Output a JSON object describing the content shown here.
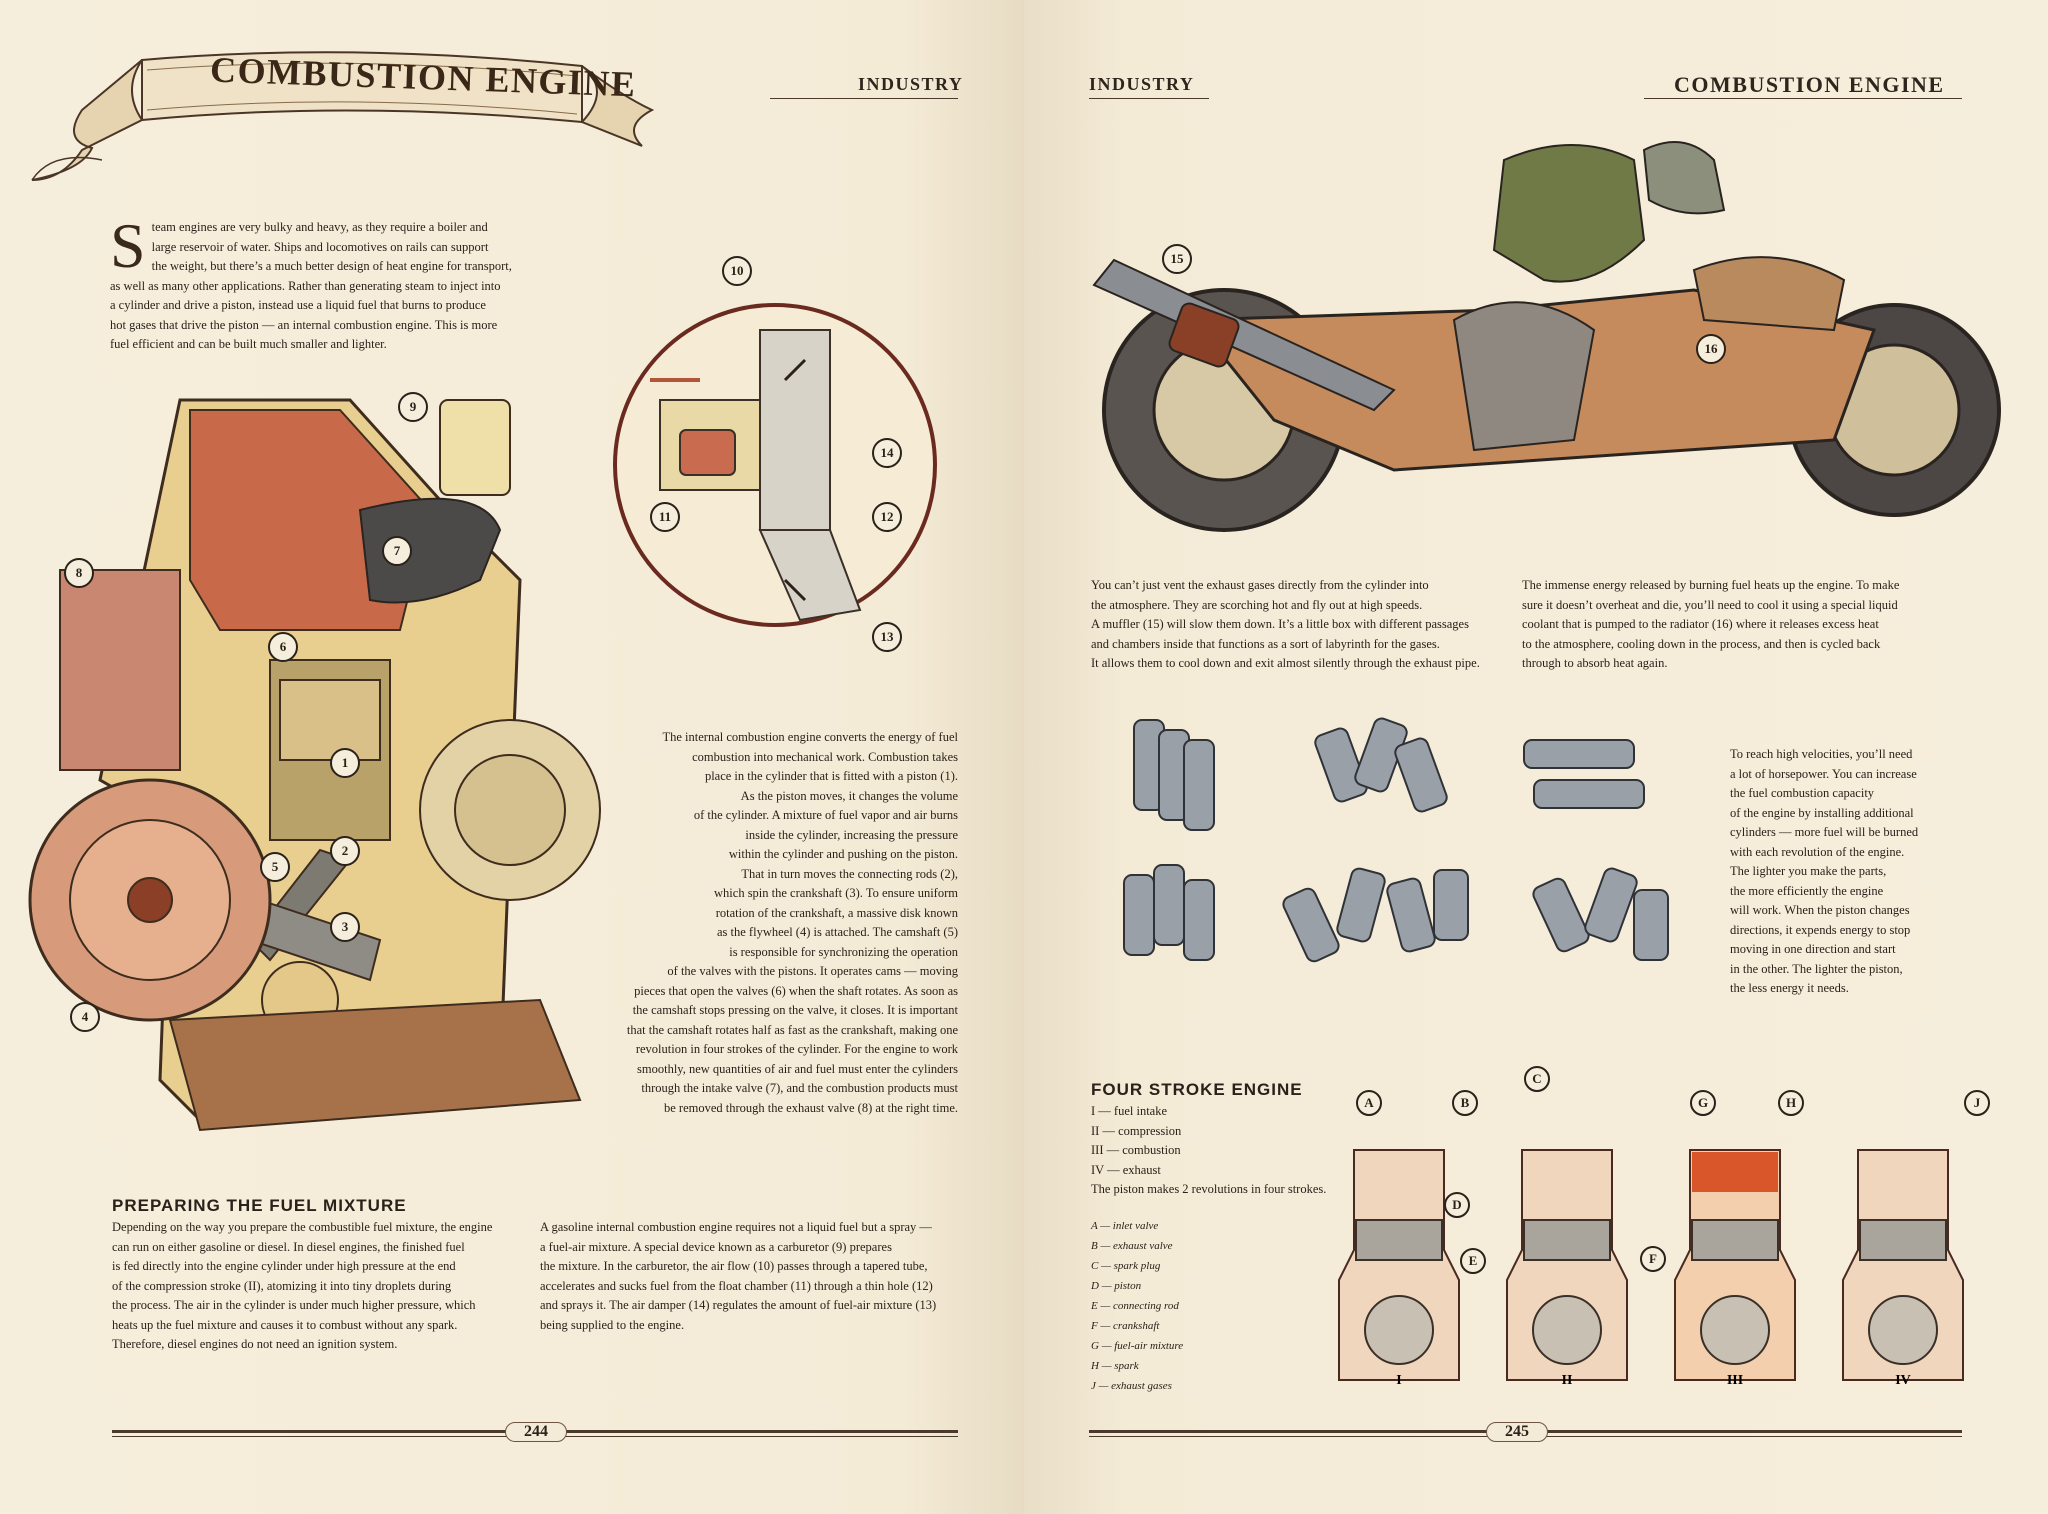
{
  "left": {
    "banner_title": "COMBUSTION ENGINE",
    "header_label": "INDUSTRY",
    "intro_dropcap": "S",
    "intro_lines": [
      "team engines are very bulky and heavy, as they require a boiler and",
      "large reservoir of water. Ships and locomotives on rails can support",
      "the weight, but there’s a much better design of heat engine for transport,",
      "as well as many other applications. Rather than generating steam to inject into",
      "a cylinder and drive a piston, instead use a liquid fuel that burns to produce",
      "hot gases that drive the piston — an internal combustion engine. This is more",
      "fuel efficient and can be built much smaller and lighter."
    ],
    "engine_labels": [
      "9",
      "8",
      "7",
      "6",
      "1",
      "5",
      "2",
      "3",
      "4"
    ],
    "carb_labels": [
      "10",
      "14",
      "11",
      "12",
      "13"
    ],
    "body_lines": [
      "The internal combustion engine converts the energy of fuel",
      "combustion into mechanical work. Combustion takes",
      "place in the cylinder that is fitted with a piston (1).",
      "As the piston moves, it changes the volume",
      "of the cylinder. A mixture of fuel vapor and air burns",
      "inside the cylinder, increasing the pressure",
      "within the cylinder and pushing on the piston.",
      "That in turn moves the connecting rods (2),",
      "which spin the crankshaft (3). To ensure uniform",
      "rotation of the crankshaft, a massive disk known",
      "as the flywheel (4) is attached. The camshaft (5)",
      "is responsible for synchronizing the operation",
      "of the valves with the pistons. It operates cams — moving",
      "pieces that open the valves (6) when the shaft rotates. As soon as",
      "the camshaft stops pressing on the valve, it closes. It is important",
      "that the camshaft rotates half as fast as the crankshaft, making one",
      "revolution in four strokes of the cylinder. For the engine to work",
      "smoothly, new quantities of air and fuel must enter the cylinders",
      "through the intake valve (7), and the combustion products must",
      "be removed through the exhaust valve (8) at the right time."
    ],
    "fuel_title": "PREPARING THE FUEL MIXTURE",
    "fuel_col1": [
      "Depending on the way you prepare the combustible fuel mixture, the engine",
      "can run on either gasoline or diesel. In diesel engines, the finished fuel",
      "is fed directly into the engine cylinder under high pressure at the end",
      "of the compression stroke (II), atomizing it into tiny droplets during",
      "the process. The air in the cylinder is under much higher pressure, which",
      "heats up the fuel mixture and causes it to combust without any spark.",
      "Therefore, diesel engines do not need an ignition system."
    ],
    "fuel_col2": [
      "A gasoline internal combustion engine requires not a liquid fuel but a spray —",
      "a fuel-air mixture. A special device known as a carburetor (9) prepares",
      "the mixture. In the carburetor, the air flow (10) passes through a tapered tube,",
      "accelerates and sucks fuel from the float chamber (11) through a thin hole (12)",
      "and sprays it. The air damper (14) regulates the amount of fuel-air mixture (13)",
      "being supplied to the engine."
    ],
    "page_number": "244"
  },
  "right": {
    "header_left": "INDUSTRY",
    "header_right": "COMBUSTION ENGINE",
    "bike_labels": [
      "15",
      "16"
    ],
    "col1": [
      "You can’t just vent the exhaust gases directly from the cylinder into",
      "the atmosphere. They are scorching hot and fly out at high speeds.",
      "A muffler (15) will slow them down. It’s a little box with different passages",
      "and chambers inside that functions as a sort of labyrinth for the gases.",
      "It allows them to cool down and exit almost silently through the exhaust pipe."
    ],
    "col2": [
      "The immense energy released by burning fuel heats up the engine. To make",
      "sure it doesn’t overheat and die, you’ll need to cool it using a special liquid",
      "coolant that is pumped to the radiator (16) where it releases excess heat",
      "to the atmosphere, cooling down in the process, and then is cycled back",
      "through to absorb heat again."
    ],
    "velocity_lines": [
      "To reach high velocities, you’ll need",
      "a lot of horsepower. You can increase",
      "the fuel combustion capacity",
      "of the engine by installing additional",
      "cylinders — more fuel will be burned",
      "with each revolution of the engine.",
      "The lighter you make the parts,",
      "the more efficiently the engine",
      "will work. When the piston changes",
      "directions, it expends energy to stop",
      "moving in one direction and start",
      "in the other. The lighter the piston,",
      "the less energy it needs."
    ],
    "fse_title": "FOUR STROKE ENGINE",
    "fse_lines": [
      "I — fuel intake",
      "II — compression",
      "III — combustion",
      "IV — exhaust",
      "The piston makes 2 revolutions in four strokes."
    ],
    "legend": [
      "A — inlet valve",
      "B — exhaust valve",
      "C — spark plug",
      "D — piston",
      "E — connecting rod",
      "F — crankshaft",
      "G — fuel-air mixture",
      "H — spark",
      "J — exhaust gases"
    ],
    "stroke_letters": [
      "A",
      "B",
      "D",
      "E",
      "C",
      "F",
      "G",
      "H",
      "J"
    ],
    "stroke_numerals": [
      "I",
      "II",
      "III",
      "IV"
    ],
    "page_number": "245"
  },
  "colors": {
    "paper": "#f3ead7",
    "ink": "#2a211a",
    "rust": "#b2553a",
    "brass": "#c9a25a",
    "cylinder_fill": "#f0c8a6"
  }
}
